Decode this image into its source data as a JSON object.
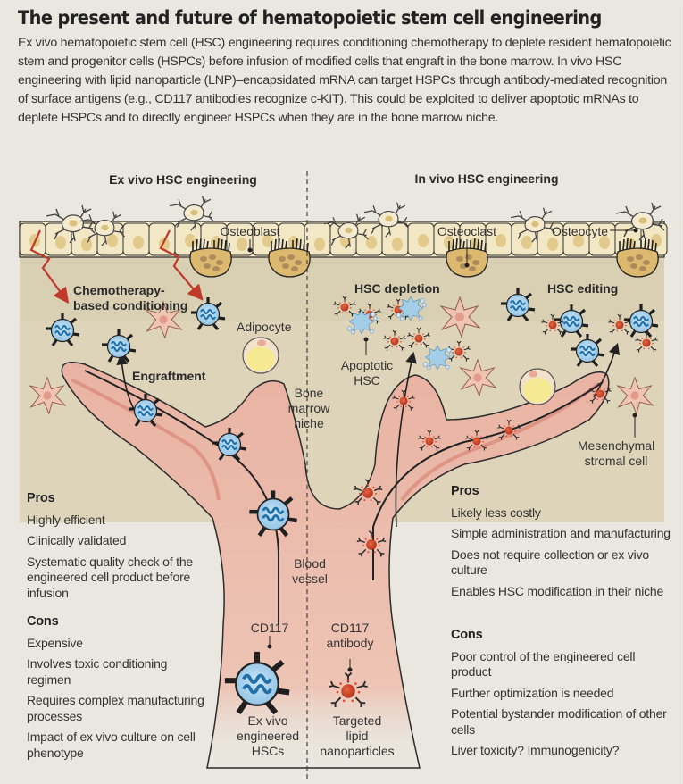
{
  "figure": {
    "title": "The present and future of hematopoietic stem cell engineering",
    "intro": "Ex vivo hematopoietic stem cell (HSC) engineering requires conditioning chemotherapy to deplete resident hematopoietic stem and progenitor cells (HSPCs) before infusion of modified cells that engraft in the bone marrow. In vivo HSC engineering with lipid nanoparticle (LNP)–encapsidated mRNA can target HSPCs through antibody-mediated recognition of surface antigens (e.g., CD117 antibodies recognize c-KIT). This could be exploited to deliver apoptotic mRNAs to deplete HSPCs and to directly engineer HSPCs when they are in the bone marrow niche."
  },
  "sections": {
    "left_heading": "Ex vivo HSC engineering",
    "right_heading": "In vivo HSC engineering"
  },
  "labels": {
    "osteoblast": "Osteoblast",
    "osteoclast": "Osteoclast",
    "osteocyte": "Osteocyte",
    "chemo_line1": "Chemotherapy-",
    "chemo_line2": "based conditioning",
    "adipocyte": "Adipocyte",
    "engraftment": "Engraftment",
    "hsc_depletion": "HSC depletion",
    "hsc_editing": "HSC editing",
    "apoptotic_line1": "Apoptotic",
    "apoptotic_line2": "HSC",
    "niche_line1": "Bone",
    "niche_line2": "marrow",
    "niche_line3": "niche",
    "msc_line1": "Mesenchymal",
    "msc_line2": "stromal cell",
    "vessel_line1": "Blood",
    "vessel_line2": "vessel",
    "cd117": "CD117",
    "cd117_ab_line1": "CD117",
    "cd117_ab_line2": "antibody",
    "exvivo_line1": "Ex vivo",
    "exvivo_line2": "engineered",
    "exvivo_line3": "HSCs",
    "lnp_line1": "Targeted",
    "lnp_line2": "lipid",
    "lnp_line3": "nanoparticles"
  },
  "ex_vivo": {
    "pros_title": "Pros",
    "pros": [
      "Highly efficient",
      "Clinically validated",
      "Systematic quality check of the engineered cell product before infusion"
    ],
    "cons_title": "Cons",
    "cons": [
      "Expensive",
      "Involves toxic conditioning regimen",
      "Requires complex manufacturing processes",
      "Impact of ex vivo culture on cell phenotype"
    ]
  },
  "in_vivo": {
    "pros_title": "Pros",
    "pros": [
      "Likely less costly",
      "Simple administration and manufacturing",
      "Does not require collection or ex vivo culture",
      "Enables HSC modification in their niche"
    ],
    "cons_title": "Cons",
    "cons": [
      "Poor control of the engineered cell product",
      "Further optimization is needed",
      "Potential bystander modification of other cells",
      "Liver toxicity? Immunogenicity?"
    ]
  },
  "colors": {
    "page_bg": "#e9e7df",
    "niche_bg": "#d8cdb0",
    "bone_cell": "#f1e6c2",
    "bone_nucleus": "#d8be78",
    "osteoclast": "#d9b870",
    "vessel": "#e9b3a3",
    "vessel_wall": "#d98a7a",
    "hsc_blue": "#a9d2ec",
    "dna_blue": "#2f7fb8",
    "lnp_red": "#c8452c",
    "chemo_red": "#c0392b",
    "adipocyte_yellow": "#f4e58a",
    "stromal_pink": "#efc1ad"
  }
}
